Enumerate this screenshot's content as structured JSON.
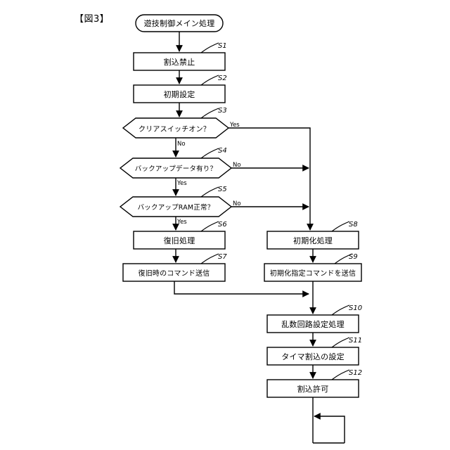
{
  "figure": {
    "label": "【図3】",
    "title": "遊技制御メイン処理"
  },
  "nodes": [
    {
      "id": "start",
      "shape": "terminator",
      "text": "遊技制御メイン処理"
    },
    {
      "id": "s1",
      "shape": "process",
      "text": "割込禁止",
      "step": "S1"
    },
    {
      "id": "s2",
      "shape": "process",
      "text": "初期設定",
      "step": "S2"
    },
    {
      "id": "s3",
      "shape": "decision",
      "text": "クリアスイッチオン？",
      "step": "S3"
    },
    {
      "id": "s4",
      "shape": "decision",
      "text": "バックアップデータ有り？",
      "step": "S4"
    },
    {
      "id": "s5",
      "shape": "decision",
      "text": "バックアップRAM正常？",
      "step": "S5"
    },
    {
      "id": "s6",
      "shape": "process",
      "text": "復旧処理",
      "step": "S6"
    },
    {
      "id": "s7",
      "shape": "process",
      "text": "復旧時のコマンド送信",
      "step": "S7"
    },
    {
      "id": "s8",
      "shape": "process",
      "text": "初期化処理",
      "step": "S8"
    },
    {
      "id": "s9",
      "shape": "process",
      "text": "初期化指定コマンドを送信",
      "step": "S9"
    },
    {
      "id": "s10",
      "shape": "process",
      "text": "乱数回路設定処理",
      "step": "S10"
    },
    {
      "id": "s11",
      "shape": "process",
      "text": "タイマ割込の設定",
      "step": "S11"
    },
    {
      "id": "s12",
      "shape": "process",
      "text": "割込許可",
      "step": "S12"
    }
  ],
  "edge_labels": {
    "s3_yes": "Yes",
    "s3_no": "No",
    "s4_no": "No",
    "s4_yes": "Yes",
    "s5_no": "No",
    "s5_yes": "Yes"
  },
  "colors": {
    "stroke": "#000000",
    "background": "#ffffff",
    "text": "#000000"
  }
}
